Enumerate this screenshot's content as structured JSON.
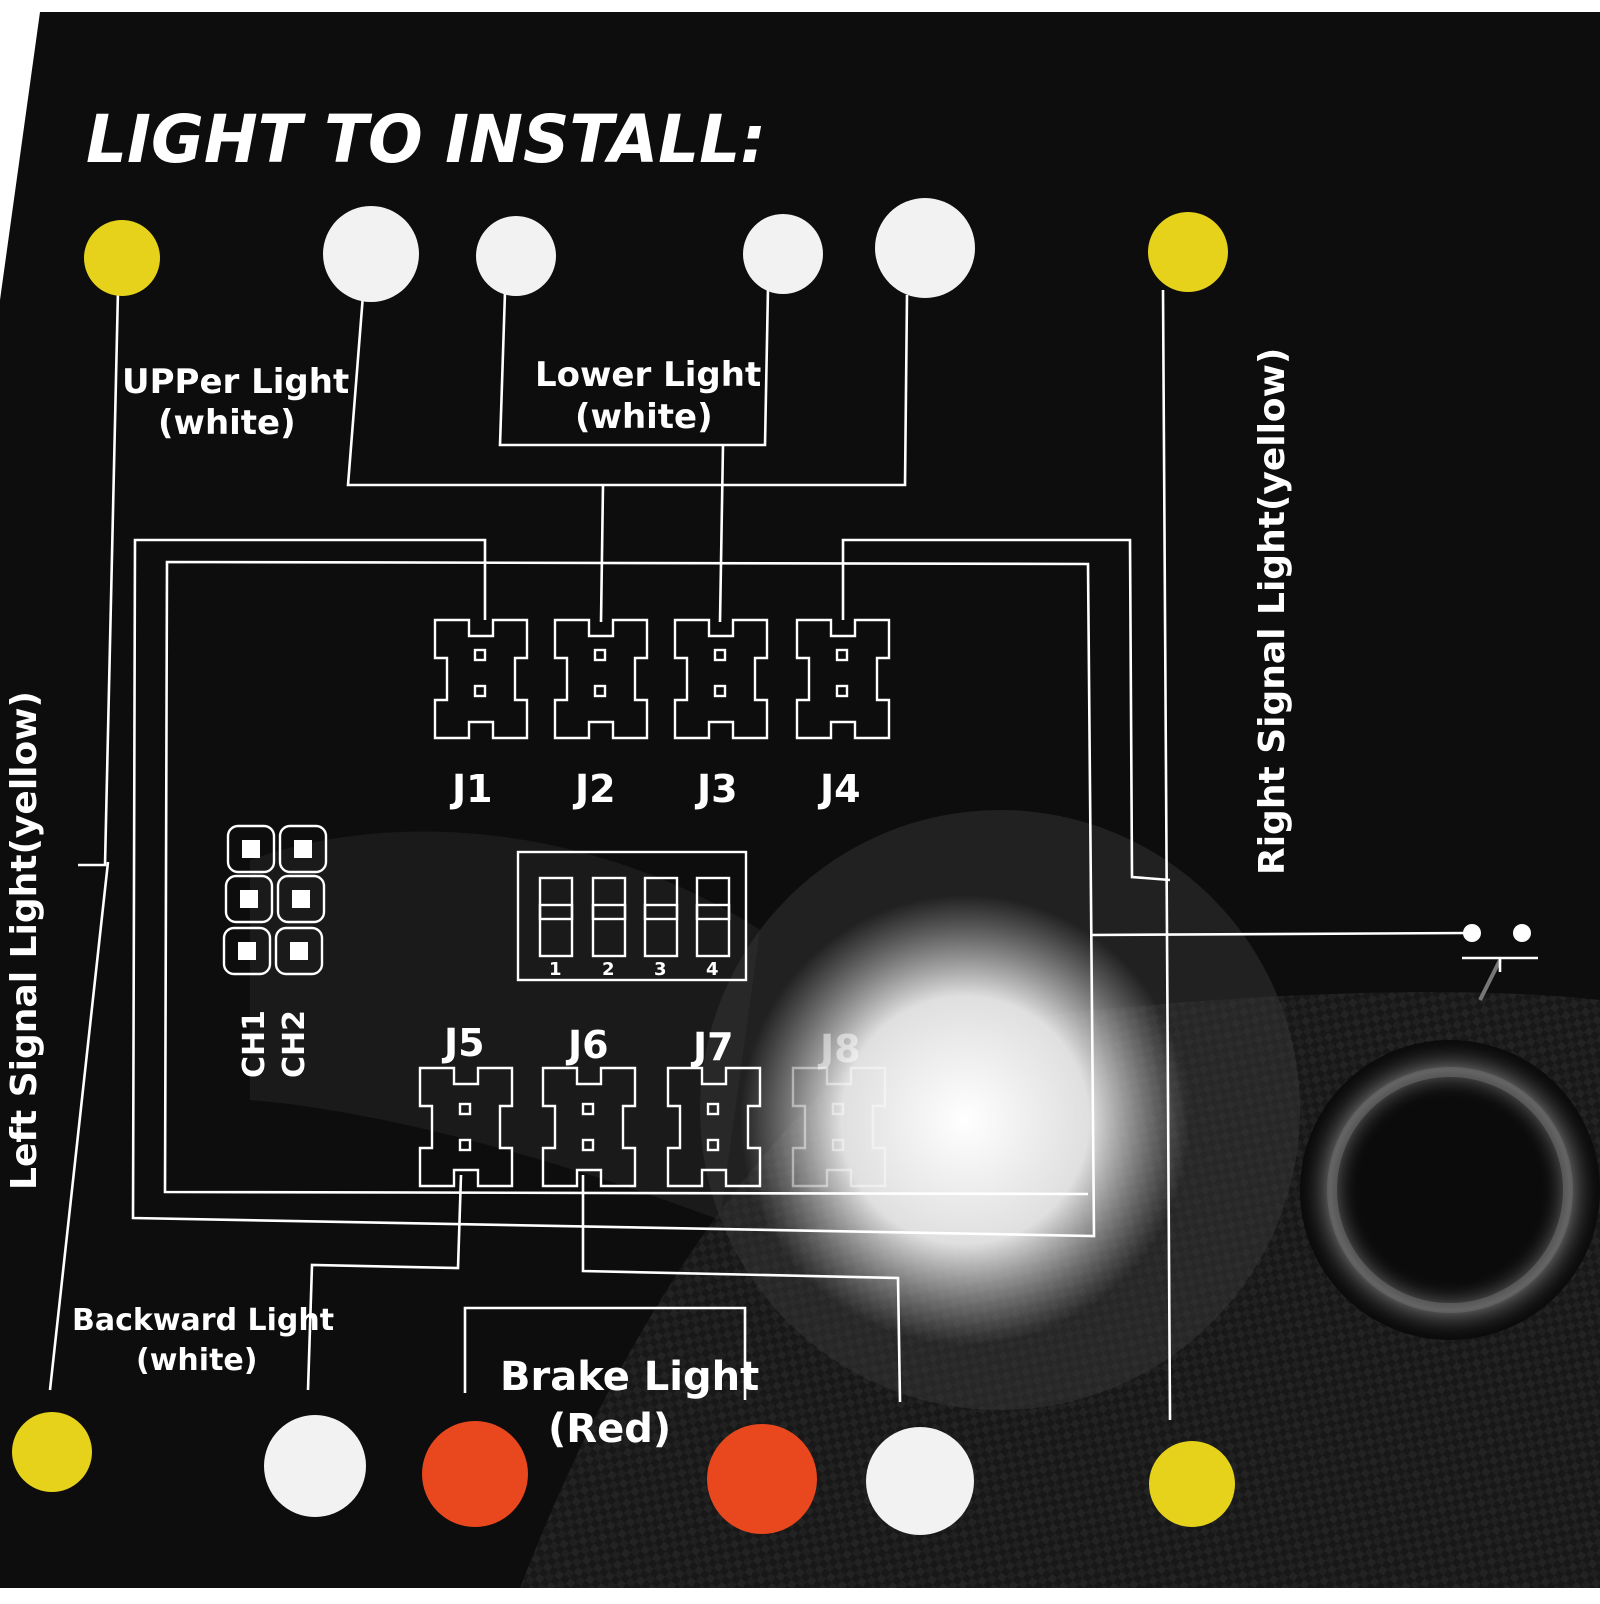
{
  "title": "LIGHT TO INSTALL:",
  "labels": {
    "upper_light": "UPPer Light",
    "upper_light_color": "(white)",
    "lower_light": "Lower Light",
    "lower_light_color": "(white)",
    "right_signal": "Right Signal Light(yellow)",
    "left_signal": "Left Signal Light(yellow)",
    "backward_light": "Backward Light",
    "backward_light_color": "(white)",
    "brake_light": "Brake Light",
    "brake_light_color": "(Red)"
  },
  "connectors_top": [
    "J1",
    "J2",
    "J3",
    "J4"
  ],
  "connectors_bottom": [
    "J5",
    "J6",
    "J7",
    "J8"
  ],
  "dip_switch_numbers": [
    "1",
    "2",
    "3",
    "4"
  ],
  "channels": [
    "CH1",
    "CH2"
  ],
  "colors": {
    "background": "#0d0d0d",
    "yellow": "#e6d21a",
    "white": "#f2f2f2",
    "red": "#e9471d",
    "line": "#ffffff"
  }
}
